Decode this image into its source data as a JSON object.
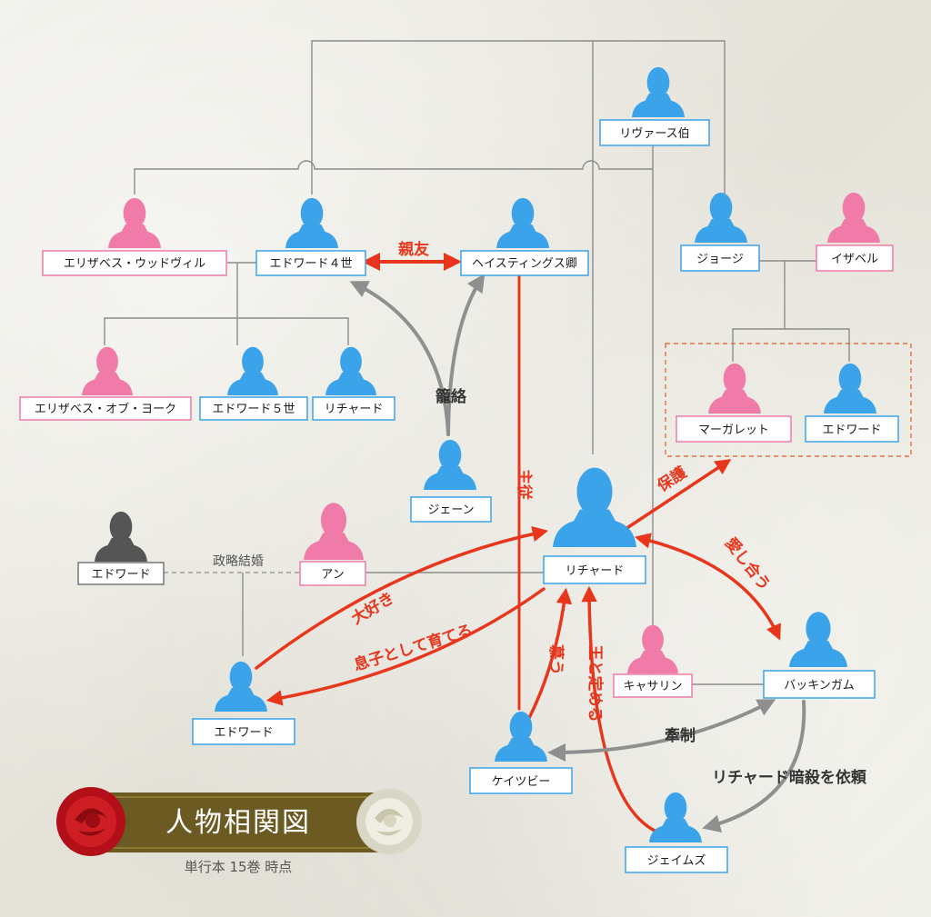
{
  "colors": {
    "male": "#3aa3ea",
    "female": "#f07aa8",
    "unknown": "#555555",
    "relation_red": "#e8361d",
    "relation_gray": "#8f8f8f",
    "line": "#8c8c8c",
    "banner": "#6b5a22"
  },
  "title": "人物相関図",
  "subtitle": "単行本 15巻 時点",
  "people": {
    "rivers": "リヴァース伯",
    "elizabeth_woodville": "エリザベス・ウッドヴィル",
    "edward4": "エドワード４世",
    "hastings": "ヘイスティングス卿",
    "george": "ジョージ",
    "isabel": "イザベル",
    "elizabeth_york": "エリザベス・オブ・ヨーク",
    "edward5": "エドワード５世",
    "richard_young": "リチャード",
    "margaret": "マーガレット",
    "edward_son_george": "エドワード",
    "jane": "ジェーン",
    "richard": "リチャード",
    "edward_lancaster": "エドワード",
    "anne": "アン",
    "edward_son_richard": "エドワード",
    "catherine": "キャサリン",
    "buckingham": "バッキンガム",
    "catesby": "ケイツビー",
    "james": "ジェイムズ"
  },
  "relations": {
    "best_friend": "親友",
    "seduce": "籠絡",
    "master_servant": "主従",
    "protect": "保護",
    "political_marriage": "政略結婚",
    "love_each_other": "愛し合う",
    "loves": "大好き",
    "raised_as_son": "息子として育てる",
    "admire": "慕う",
    "crowned": "王と定める",
    "restrain": "牽制",
    "assassination_request": "リチャード暗殺を依頼"
  }
}
